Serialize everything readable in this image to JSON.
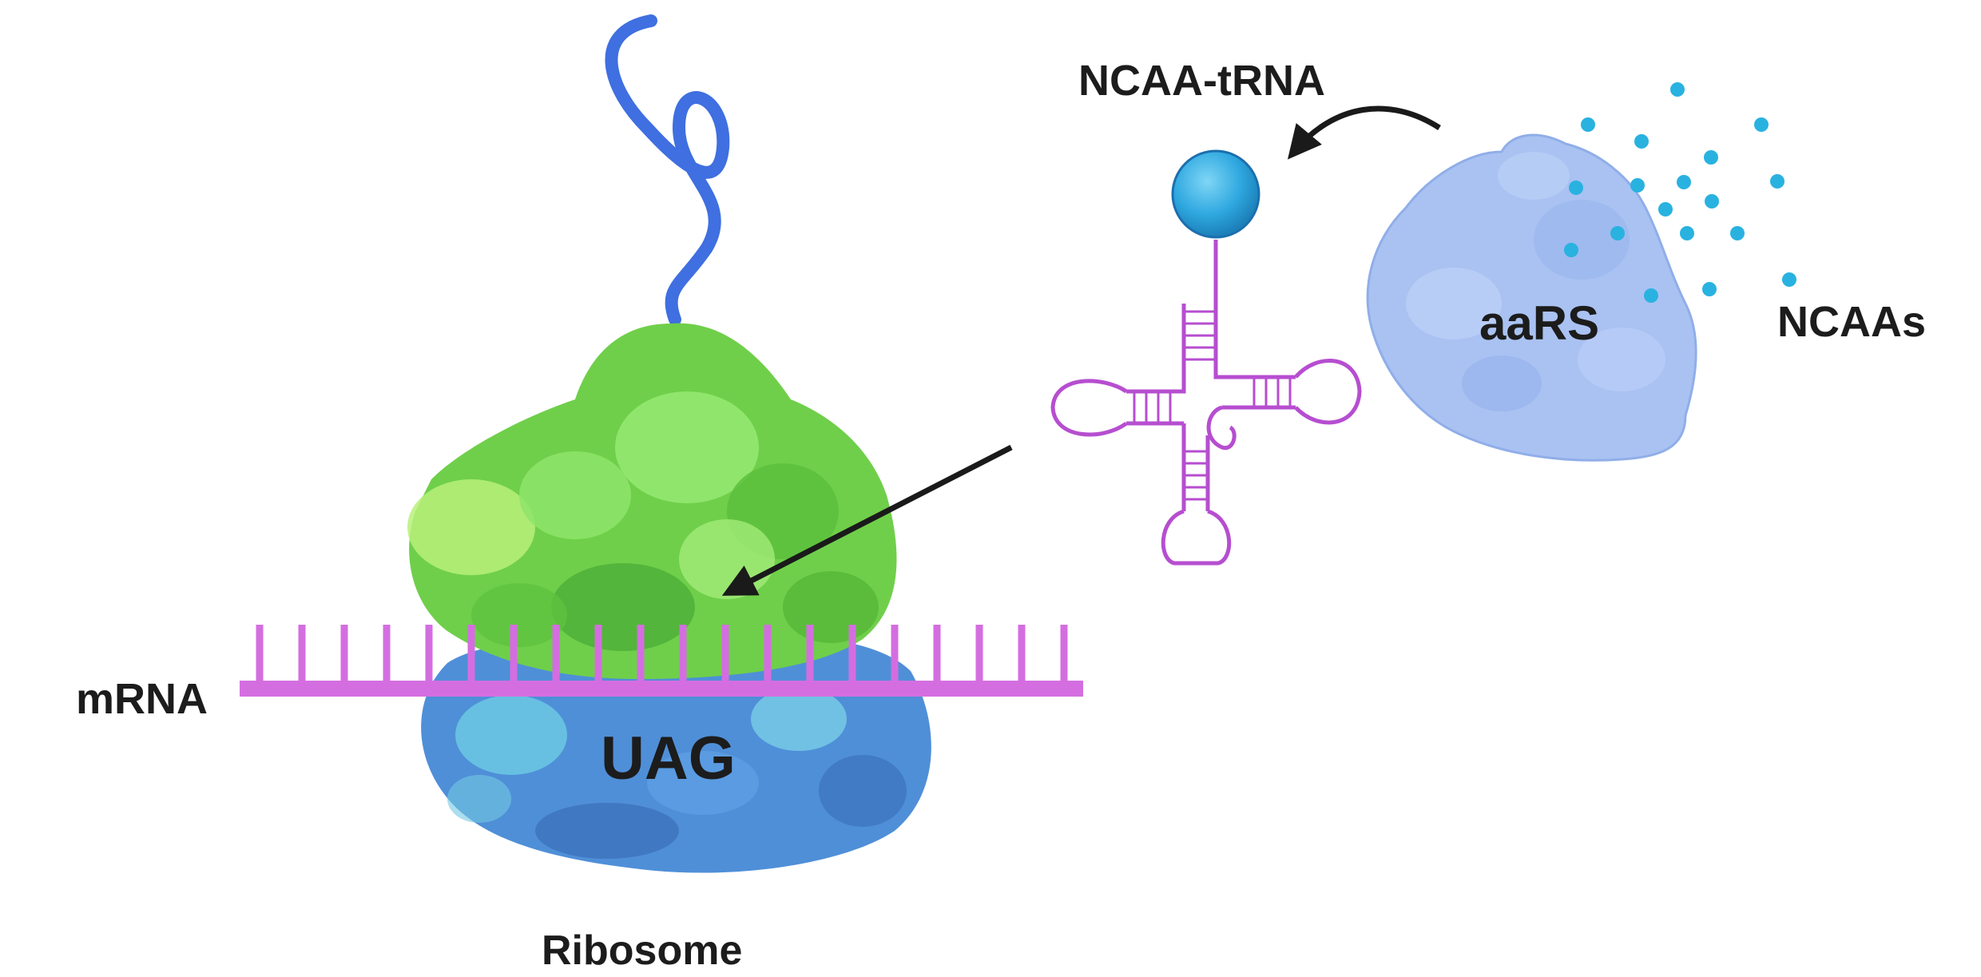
{
  "labels": {
    "ncaa_trna": "NCAA-tRNA",
    "aars": "aaRS",
    "ncaas": "NCAAs",
    "mrna": "mRNA",
    "uag": "UAG",
    "ribosome": "Ribosome"
  },
  "colors": {
    "polypeptide": "#3f6fe0",
    "ribosome_large": "#72d452",
    "ribosome_small": "#4f8fd8",
    "mrna": "#d46ee0",
    "trna": "#b64ed0",
    "ncaa_sphere": "#2fa8e0",
    "aars": "#a9c2f2",
    "ncaa_dots": "#29b2e0",
    "arrow": "#1a1a1a"
  },
  "icons": {
    "polypeptide": "polypeptide-chain-icon",
    "ribosome": "ribosome-icon",
    "trna": "trna-cloverleaf-icon",
    "aars": "aars-enzyme-icon",
    "ncaa": "amino-acid-sphere-icon"
  }
}
